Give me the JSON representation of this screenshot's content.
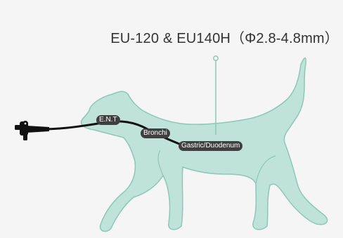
{
  "title": "EU-120 & EU140H（Φ2.8-4.8mm）",
  "labels": {
    "ent": "E.N.T",
    "bronchi": "Bronchi",
    "gastric": "Gastric/Duodenum"
  },
  "colors": {
    "background": "#f5f5f5",
    "dog_fill": "#bfe3d8",
    "dog_stroke": "#8cc8b7",
    "endoscope": "#111111",
    "label_bg": "#3f3f3f"
  }
}
